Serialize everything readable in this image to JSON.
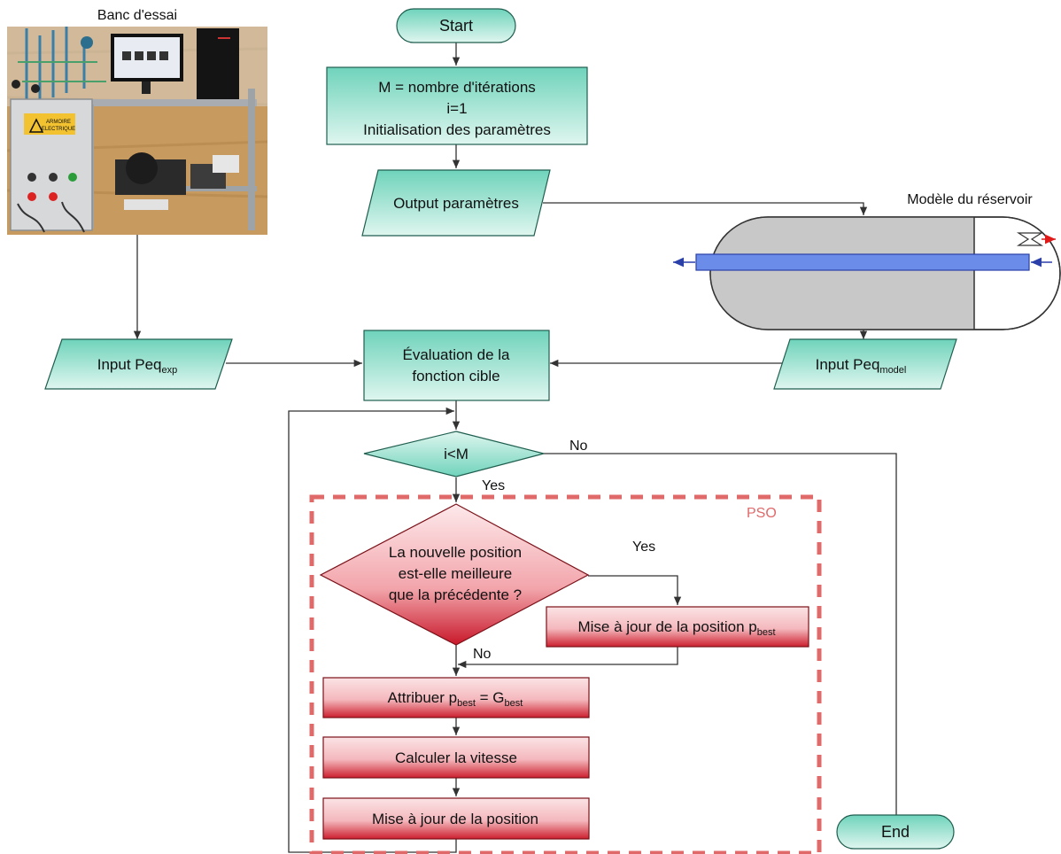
{
  "photo": {
    "caption": "Banc d'essai",
    "panel_text_line1": "ARMOIRE",
    "panel_text_line2": "ELECTRIQUE"
  },
  "nodes": {
    "start": "Start",
    "init_line1": "M = nombre d'itérations",
    "init_line2": "i=1",
    "init_line3": "Initialisation des paramètres",
    "output_params": "Output paramètres",
    "input_exp_main": "Input Peq",
    "input_exp_sub": "exp",
    "input_model_main": "Input Peq",
    "input_model_sub": "model",
    "eval_line1": "Évaluation de la",
    "eval_line2": "fonction cible",
    "decision_loop": "i<M",
    "decision_better_line1": "La nouvelle position",
    "decision_better_line2": "est-elle meilleure",
    "decision_better_line3": "que la précédente ?",
    "update_pbest_main": "Mise à jour de la position p",
    "update_pbest_sub": "best",
    "assign_a": "Attribuer p",
    "assign_sub1": "best",
    "assign_b": " = G",
    "assign_sub2": "best",
    "compute_speed": "Calculer la vitesse",
    "update_position": "Mise à jour de la position",
    "end": "End"
  },
  "labels": {
    "reservoir_title": "Modèle du réservoir",
    "no_exit": "No",
    "yes_loop": "Yes",
    "yes_better": "Yes",
    "no_better": "No",
    "pso_group": "PSO"
  },
  "colors": {
    "teal_fill_top": "#6fd3bb",
    "teal_fill_bottom": "#d9f5ee",
    "red_fill_top": "#cc1f2e",
    "red_fill_bottom": "#fbe3e5",
    "pso_border": "#e06a6a",
    "reservoir_grey": "#c8c8c8",
    "tube_blue": "#6b8ce8"
  }
}
